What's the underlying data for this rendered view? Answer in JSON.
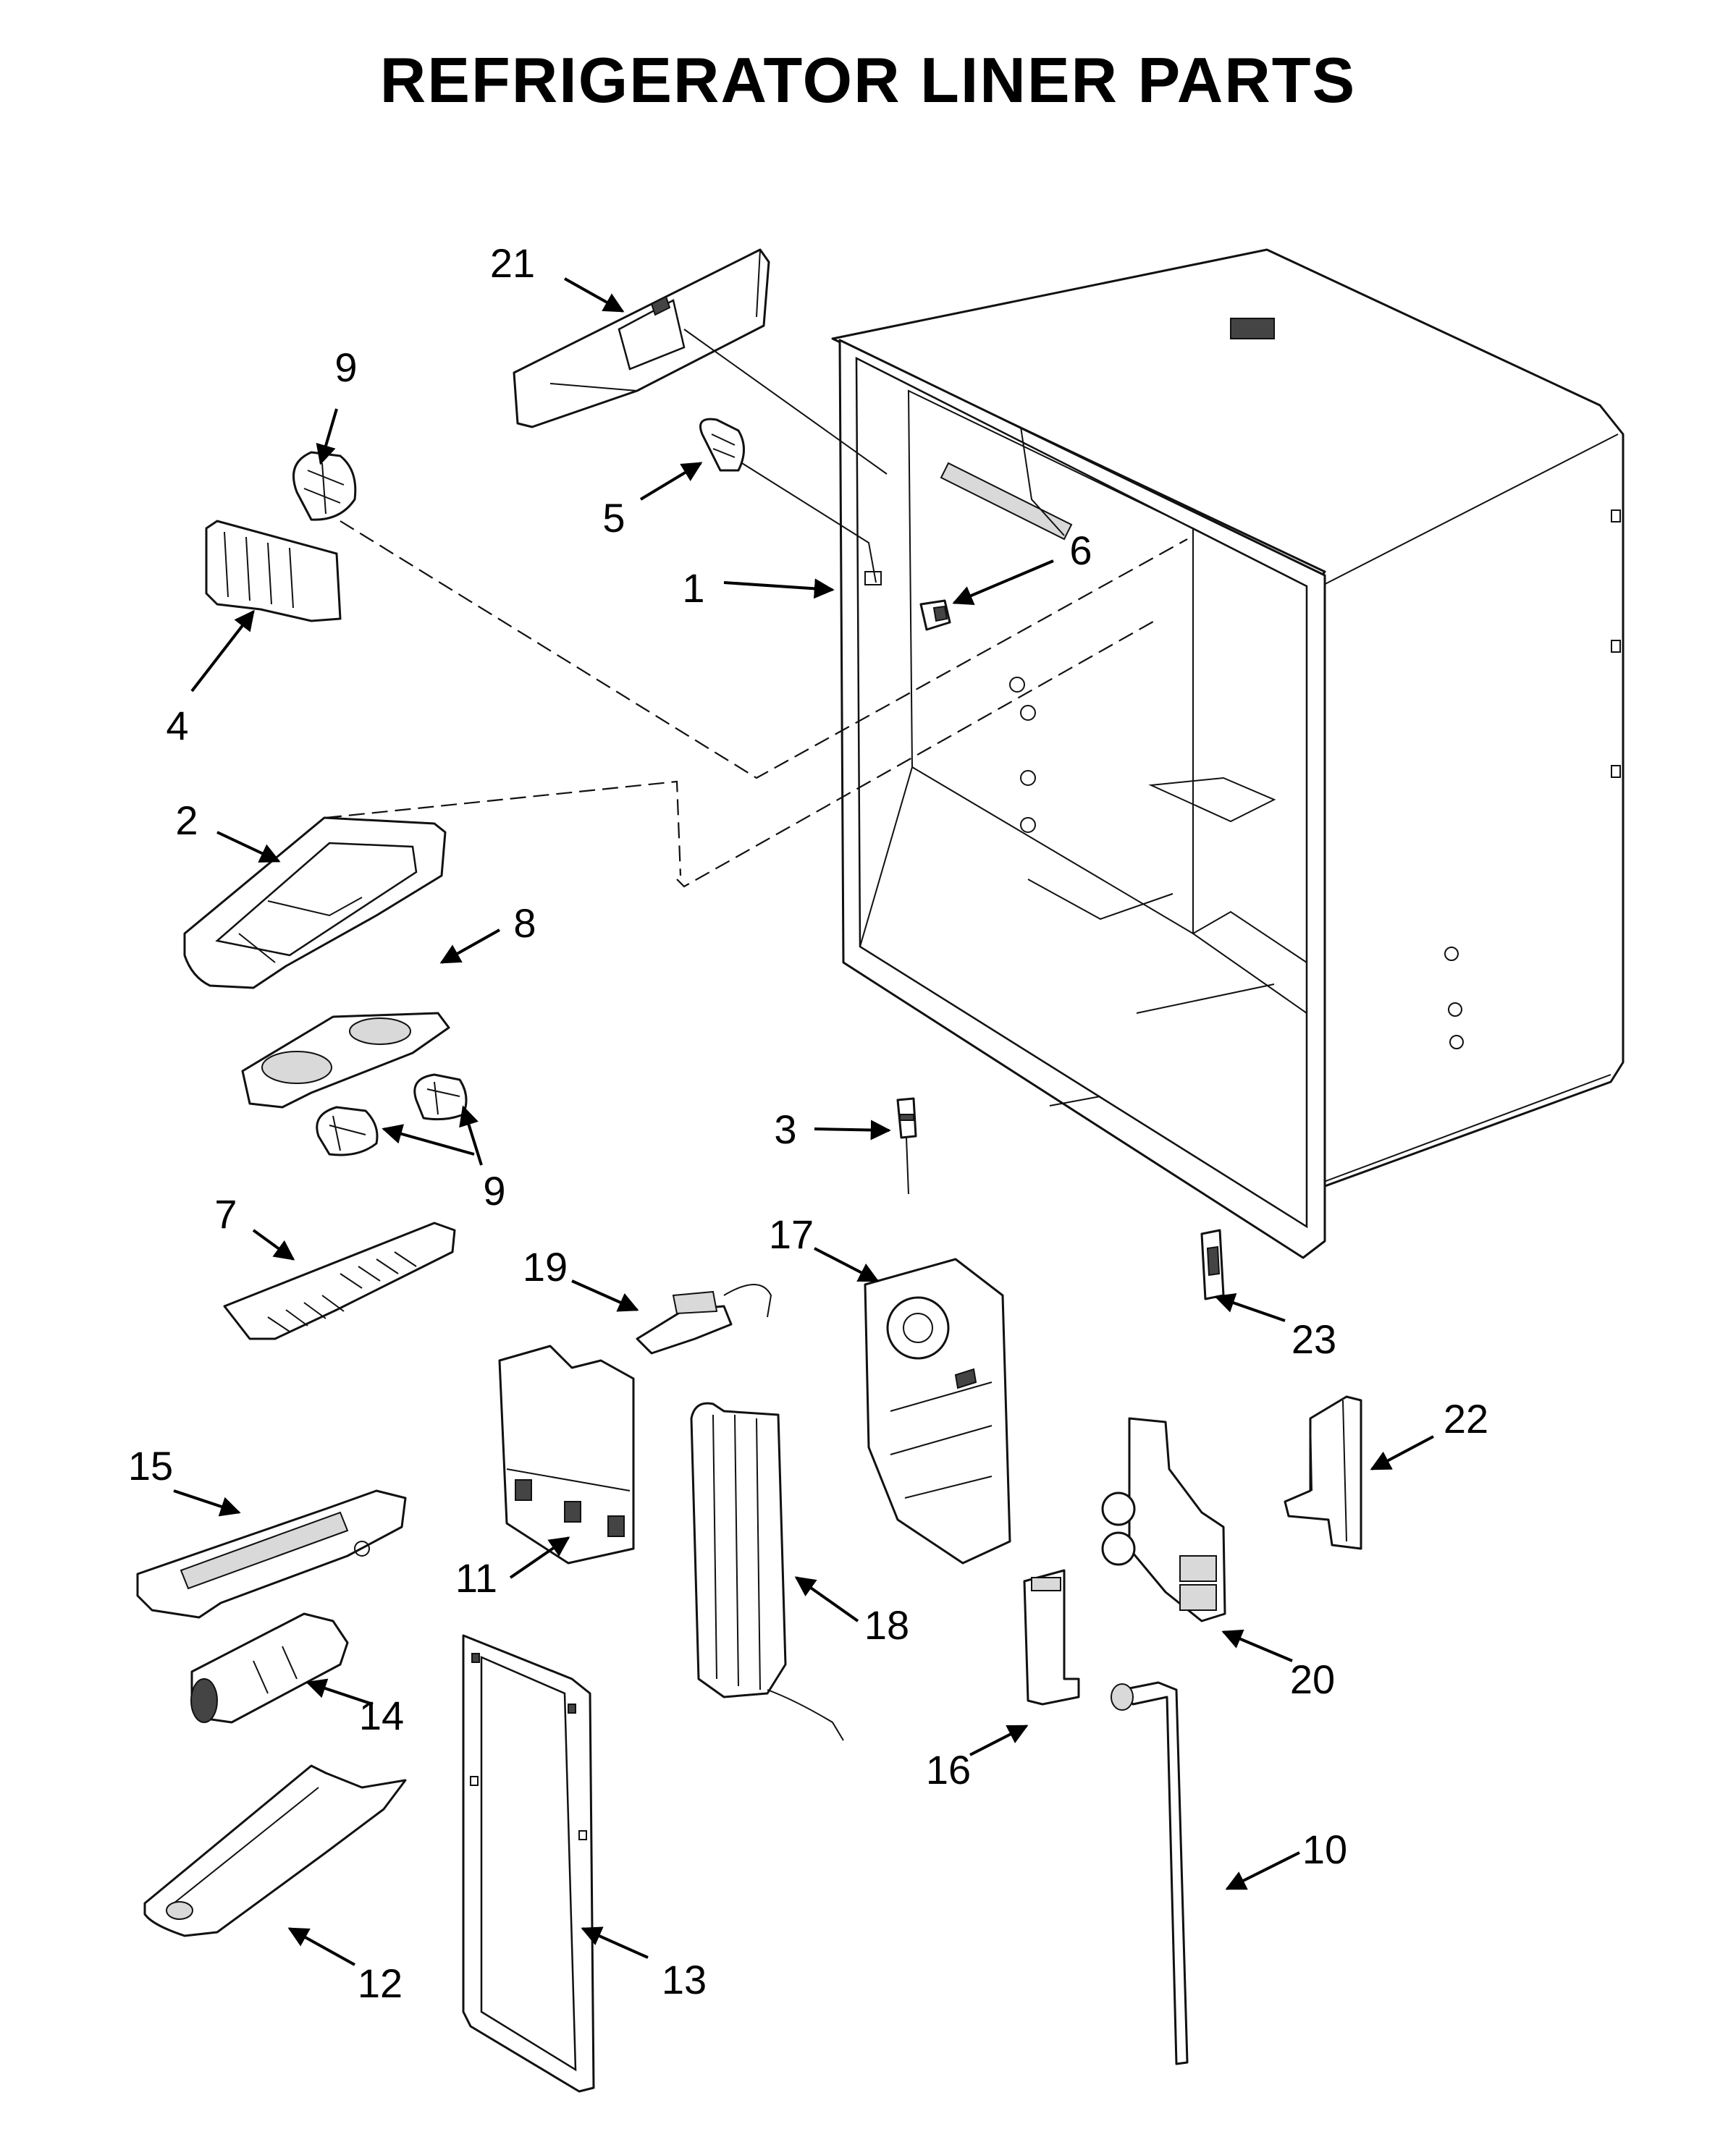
{
  "title": "REFRIGERATOR LINER PARTS",
  "callouts": [
    {
      "id": "c21",
      "label": "21"
    },
    {
      "id": "c9a",
      "label": "9"
    },
    {
      "id": "c5",
      "label": "5"
    },
    {
      "id": "c6",
      "label": "6"
    },
    {
      "id": "c1",
      "label": "1"
    },
    {
      "id": "c4",
      "label": "4"
    },
    {
      "id": "c2",
      "label": "2"
    },
    {
      "id": "c8",
      "label": "8"
    },
    {
      "id": "c9b",
      "label": "9"
    },
    {
      "id": "c3",
      "label": "3"
    },
    {
      "id": "c7",
      "label": "7"
    },
    {
      "id": "c19",
      "label": "19"
    },
    {
      "id": "c17",
      "label": "17"
    },
    {
      "id": "c23",
      "label": "23"
    },
    {
      "id": "c22",
      "label": "22"
    },
    {
      "id": "c15",
      "label": "15"
    },
    {
      "id": "c11",
      "label": "11"
    },
    {
      "id": "c18",
      "label": "18"
    },
    {
      "id": "c20",
      "label": "20"
    },
    {
      "id": "c14",
      "label": "14"
    },
    {
      "id": "c16",
      "label": "16"
    },
    {
      "id": "c10",
      "label": "10"
    },
    {
      "id": "c12",
      "label": "12"
    },
    {
      "id": "c13",
      "label": "13"
    }
  ]
}
